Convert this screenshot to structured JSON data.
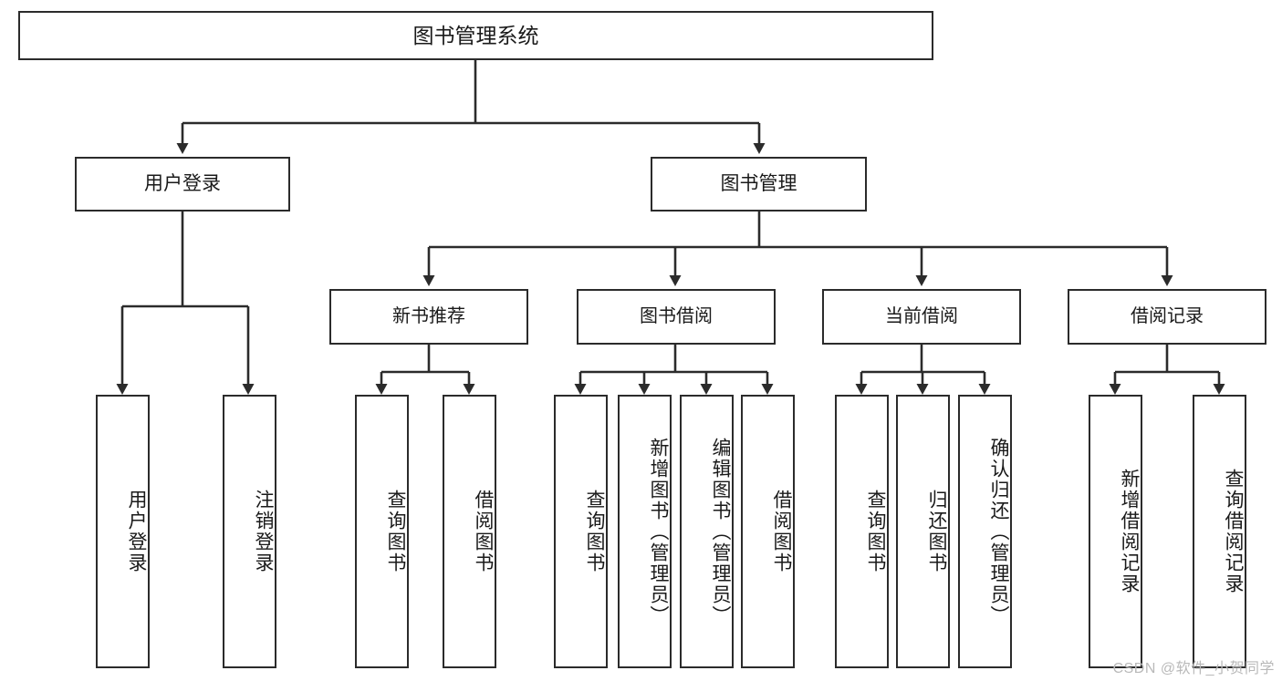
{
  "diagram": {
    "title": "图书管理系统",
    "type": "hierarchy-tree",
    "watermark": "CSDN @软件_小贺同学",
    "colors": {
      "stroke": "#2b2b2b",
      "fill": "#ffffff",
      "text": "#1a1a1a",
      "watermark": "#b9b9b9"
    },
    "nodes": {
      "root": {
        "label": "图书管理系统"
      },
      "level2": [
        {
          "label": "用户登录"
        },
        {
          "label": "图书管理"
        }
      ],
      "level3": [
        {
          "label": "新书推荐"
        },
        {
          "label": "图书借阅"
        },
        {
          "label": "当前借阅"
        },
        {
          "label": "借阅记录"
        }
      ],
      "leaves": {
        "user_login": [
          {
            "label": "用户登录"
          },
          {
            "label": "注销登录"
          }
        ],
        "new_book_recommend": [
          {
            "label": "查询图书"
          },
          {
            "label": "借阅图书"
          }
        ],
        "book_borrow": [
          {
            "label": "查询图书"
          },
          {
            "label": "新增图书（管理员）"
          },
          {
            "label": "编辑图书（管理员）"
          },
          {
            "label": "借阅图书"
          }
        ],
        "current_borrow": [
          {
            "label": "查询图书"
          },
          {
            "label": "归还图书"
          },
          {
            "label": "确认归还（管理员）"
          }
        ],
        "borrow_records": [
          {
            "label": "新增借阅记录"
          },
          {
            "label": "查询借阅记录"
          }
        ]
      }
    }
  }
}
